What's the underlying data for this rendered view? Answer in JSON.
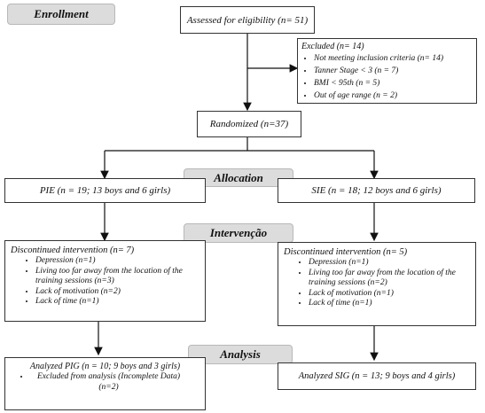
{
  "stages": {
    "enrollment": "Enrollment",
    "allocation": "Allocation",
    "intervention": "Intervenção",
    "analysis": "Analysis"
  },
  "assessed": "Assessed for eligibility (n= 51)",
  "excluded": {
    "title": "Excluded (n= 14)",
    "items": [
      "Not meeting inclusion criteria (n= 14)",
      "Tanner Stage < 3 (n = 7)",
      "BMI < 95th (n = 5)",
      "Out of age range (n = 2)"
    ]
  },
  "randomized": "Randomized (n=37)",
  "pie_group": "PIE (n = 19; 13 boys and 6 girls)",
  "sie_group": "SIE (n = 18; 12 boys and 6 girls)",
  "pie_discontinued": {
    "title": "Discontinued intervention (n= 7)",
    "items": [
      "Depression (n=1)",
      "Living too far away from the location of the training sessions (n=3)",
      "Lack of motivation (n=2)",
      "Lack of time (n=1)"
    ]
  },
  "sie_discontinued": {
    "title": "Discontinued intervention (n= 5)",
    "items": [
      "Depression (n=1)",
      "Living too far away from the location of the training sessions (n=2)",
      "Lack of motivation (n=1)",
      "Lack of time (n=1)"
    ]
  },
  "pie_analysis": {
    "title": "Analyzed PIG (n = 10; 9 boys and 3 girls)",
    "items": [
      "Excluded from analysis (Incomplete Data) (n=2)"
    ]
  },
  "sie_analysis": "Analyzed SIG (n = 13; 9 boys and 4 girls)"
}
